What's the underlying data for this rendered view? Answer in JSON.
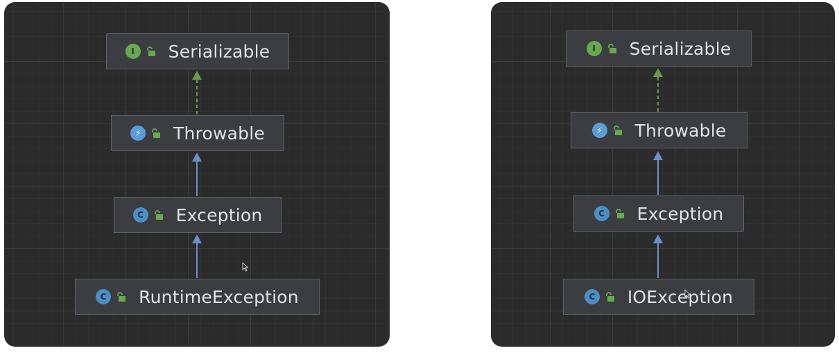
{
  "diagrams": [
    {
      "nodes": [
        {
          "label": "Serializable",
          "kind": "interface",
          "icon": "interface-icon",
          "icon_glyph": "I"
        },
        {
          "label": "Throwable",
          "kind": "class",
          "icon": "throwable-icon",
          "icon_glyph": "⚡"
        },
        {
          "label": "Exception",
          "kind": "class",
          "icon": "class-icon",
          "icon_glyph": "C"
        },
        {
          "label": "RuntimeException",
          "kind": "class",
          "icon": "class-icon",
          "icon_glyph": "C"
        }
      ],
      "edges": [
        {
          "from": "Throwable",
          "to": "Serializable",
          "type": "implements",
          "style": "dashed"
        },
        {
          "from": "Exception",
          "to": "Throwable",
          "type": "extends",
          "style": "solid"
        },
        {
          "from": "RuntimeException",
          "to": "Exception",
          "type": "extends",
          "style": "solid"
        }
      ]
    },
    {
      "nodes": [
        {
          "label": "Serializable",
          "kind": "interface",
          "icon": "interface-icon",
          "icon_glyph": "I"
        },
        {
          "label": "Throwable",
          "kind": "class",
          "icon": "throwable-icon",
          "icon_glyph": "⚡"
        },
        {
          "label": "Exception",
          "kind": "class",
          "icon": "class-icon",
          "icon_glyph": "C"
        },
        {
          "label": "IOException",
          "kind": "class",
          "icon": "class-icon",
          "icon_glyph": "C"
        }
      ],
      "edges": [
        {
          "from": "Throwable",
          "to": "Serializable",
          "type": "implements",
          "style": "dashed"
        },
        {
          "from": "Exception",
          "to": "Throwable",
          "type": "extends",
          "style": "solid"
        },
        {
          "from": "IOException",
          "to": "Exception",
          "type": "extends",
          "style": "solid"
        }
      ]
    }
  ],
  "colors": {
    "panel_background": "#2b2b2c",
    "node_background": "#3b3d40",
    "node_border": "#5e6166",
    "node_text": "#e2e3e5",
    "implements_edge": "#6a9a4a",
    "extends_edge": "#6b8fc9",
    "interface_icon": "#6aa84f",
    "class_icon": "#4c8fc4",
    "lock_icon": "#6aa84f"
  }
}
